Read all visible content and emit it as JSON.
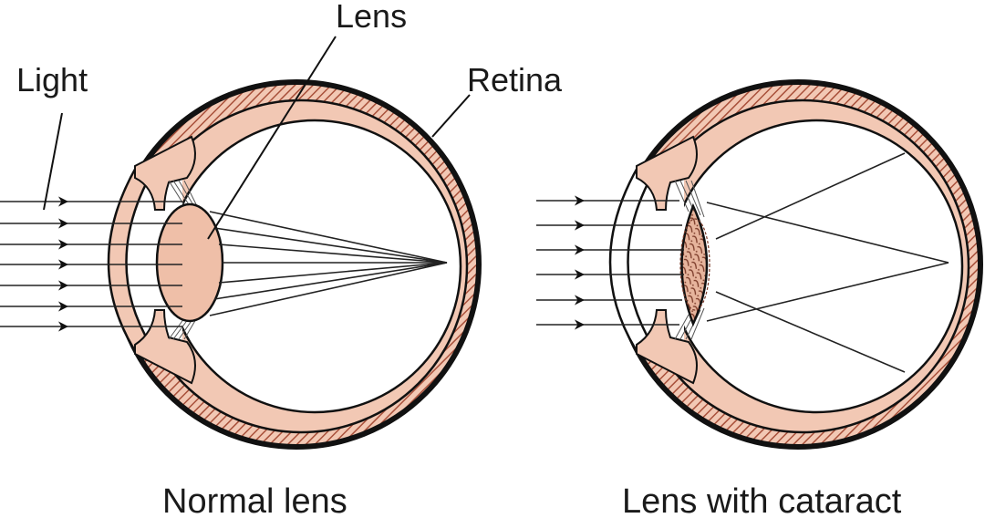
{
  "labels": {
    "light": "Light",
    "lens": "Lens",
    "retina": "Retina"
  },
  "captions": {
    "normal": "Normal lens",
    "cataract": "Lens with cataract"
  },
  "colors": {
    "tissue": "#f2c8b4",
    "tissue_dark": "#e8b39a",
    "hatch": "#a8503a",
    "outline": "#111111",
    "ray": "#222222",
    "cataract_pattern": "#7a3a28"
  }
}
